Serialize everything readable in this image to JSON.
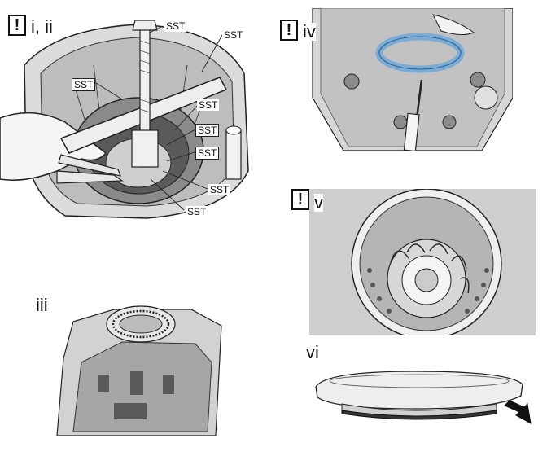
{
  "warning_symbol": "!",
  "panels": [
    {
      "id": "p1",
      "step": "i, ii",
      "warning": true
    },
    {
      "id": "p2",
      "step": "iv",
      "warning": true
    },
    {
      "id": "p3",
      "step": "v",
      "warning": true
    },
    {
      "id": "p4",
      "step": "iii",
      "warning": false
    },
    {
      "id": "p5",
      "step": "vi",
      "warning": false
    }
  ],
  "callouts": [
    "SST",
    "SST",
    "SST",
    "SST",
    "SST",
    "SST",
    "SST",
    "SST"
  ],
  "colors": {
    "line": "#222222",
    "metal_light": "#e4e4e4",
    "metal_mid": "#a8a8a8",
    "metal_dark": "#555555",
    "oring_highlight": "#6fa8d8"
  },
  "icons": [
    "warning-icon",
    "arrow-icon"
  ]
}
